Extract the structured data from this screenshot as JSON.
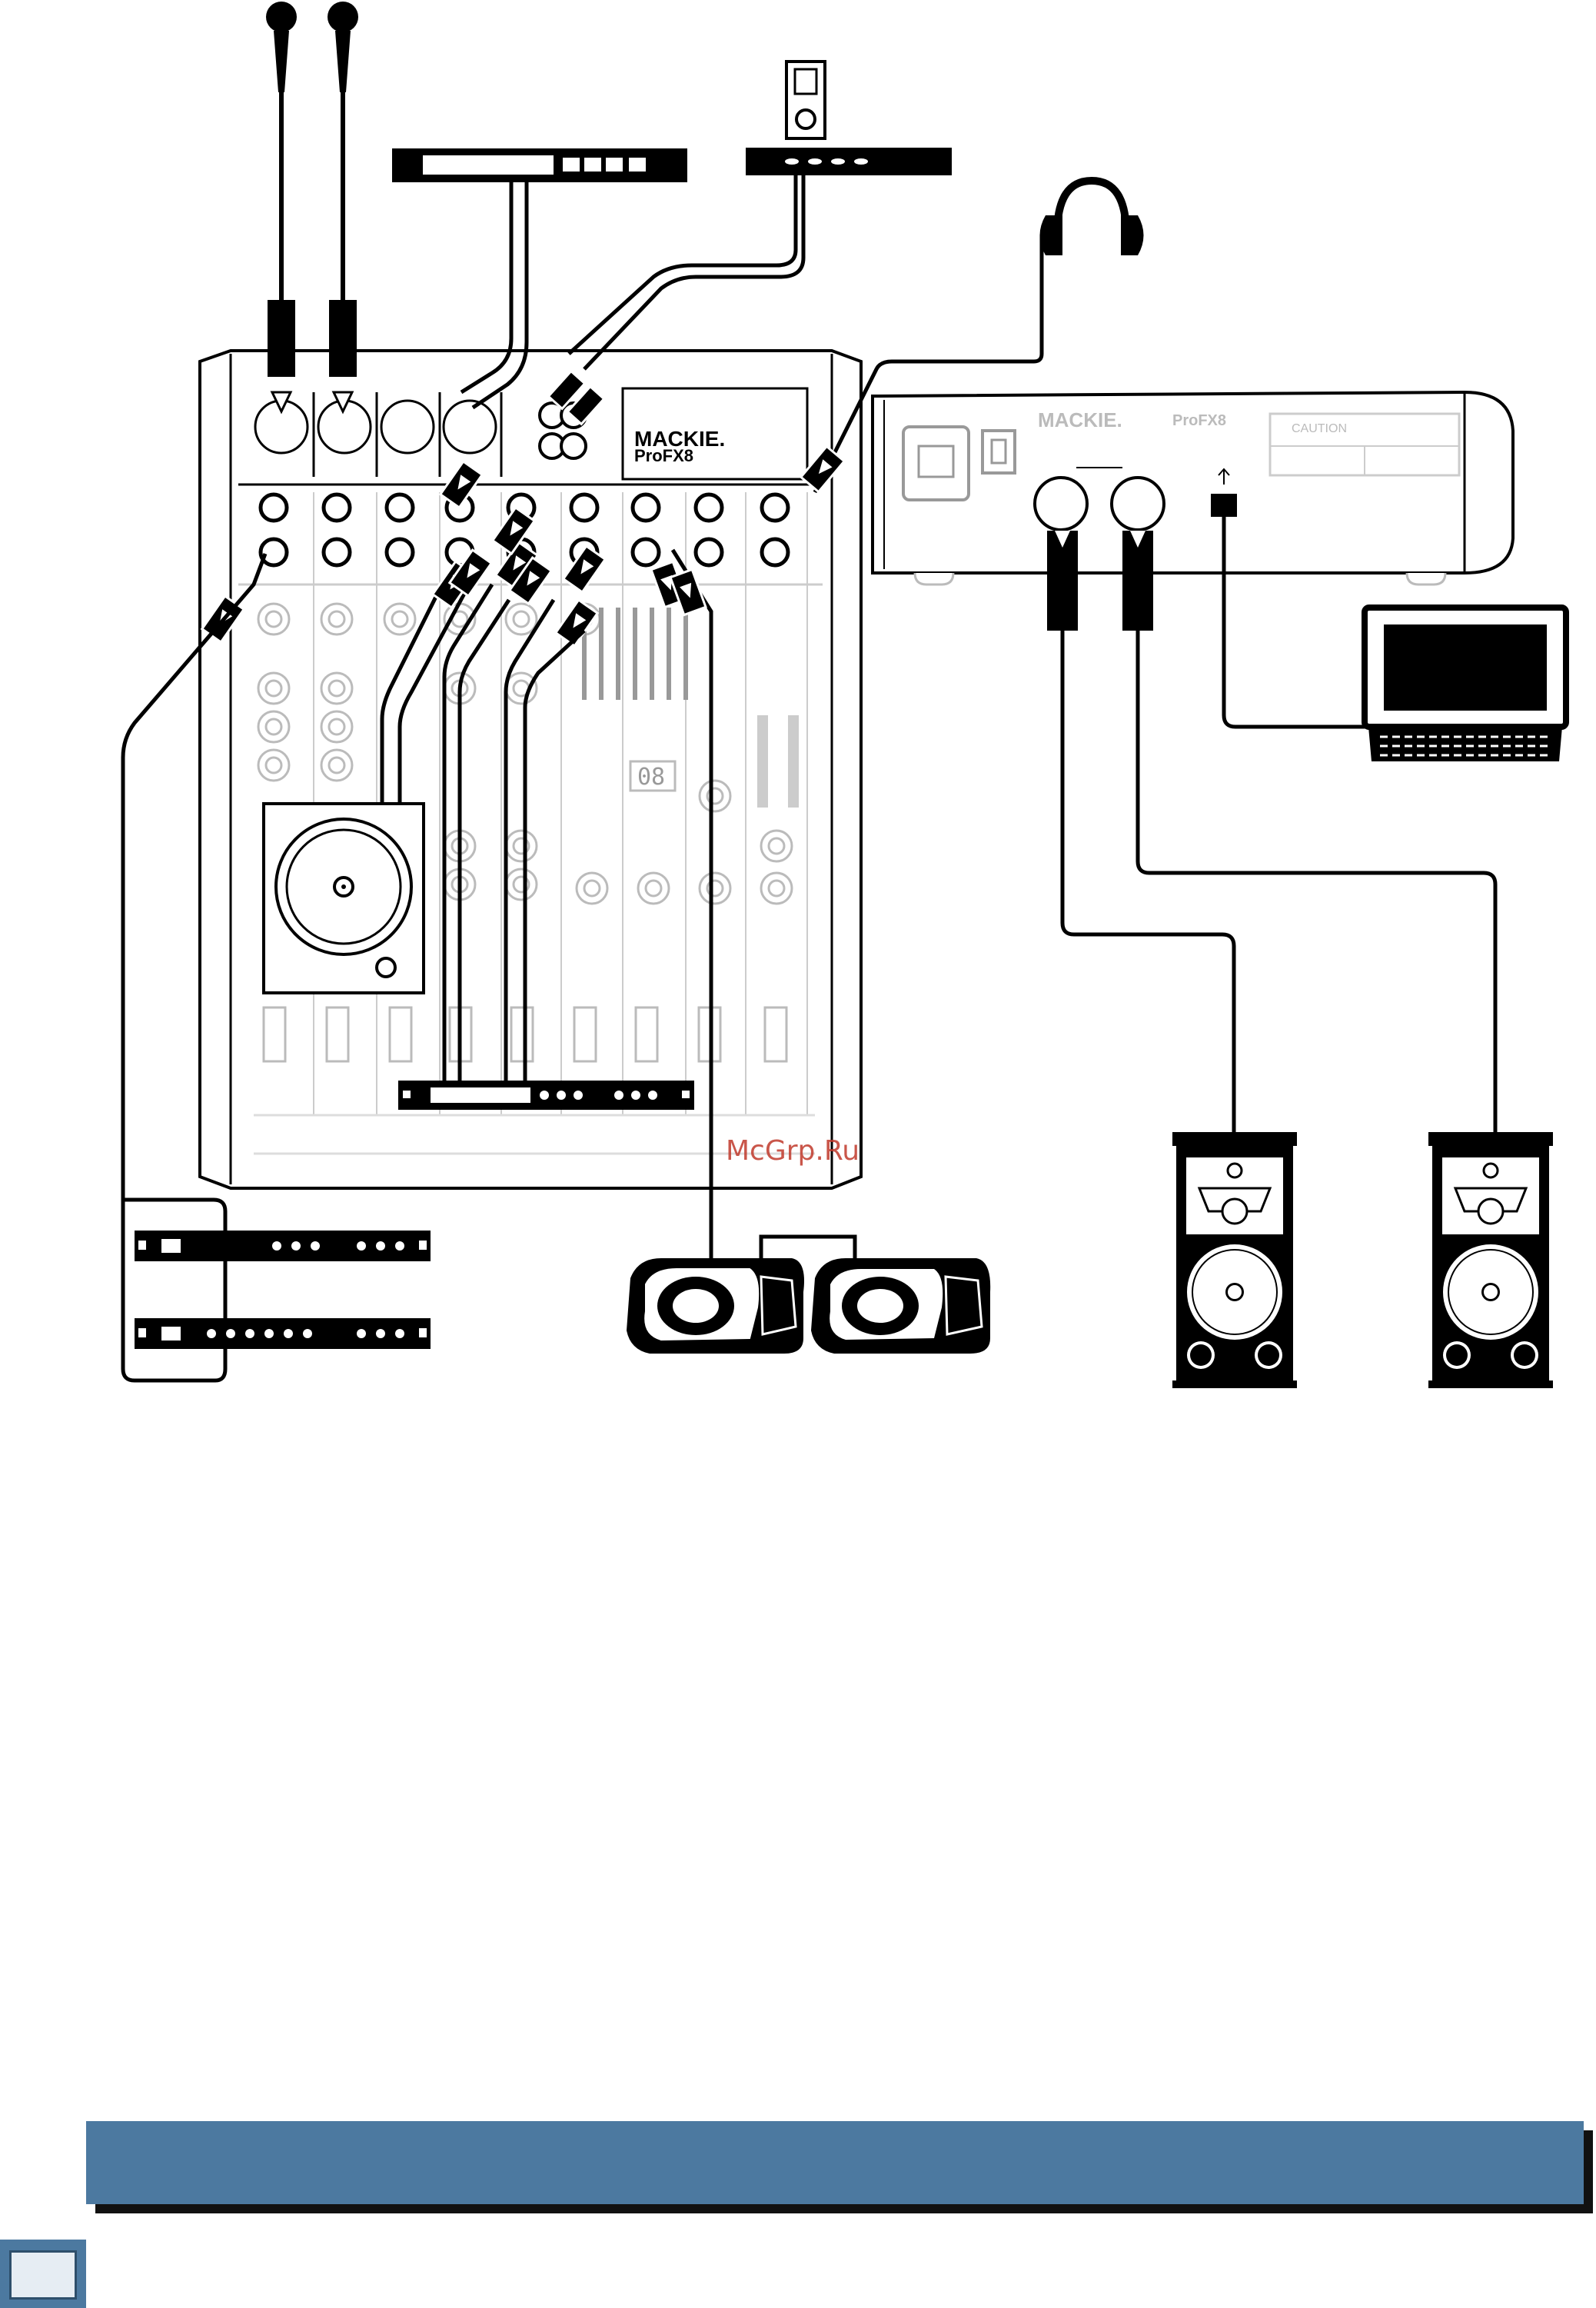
{
  "mixer_front": {
    "brand": "MACKIE.",
    "model": "ProFX8",
    "fx_display": "08"
  },
  "mixer_rear": {
    "brand": "MACKIE.",
    "model": "ProFX8",
    "caution_label": "CAUTION"
  },
  "watermark": "McGrp.Ru",
  "colors": {
    "band": "#4c79a0",
    "watermark": "#c0392b",
    "line": "#000000"
  },
  "icons": [
    "microphone-icon",
    "cd-player-icon",
    "mp3-player-icon",
    "headphones-icon",
    "turntable-icon",
    "rack-processor-icon",
    "laptop-icon",
    "stage-monitor-icon",
    "main-speaker-icon",
    "xlr-connector-icon"
  ]
}
